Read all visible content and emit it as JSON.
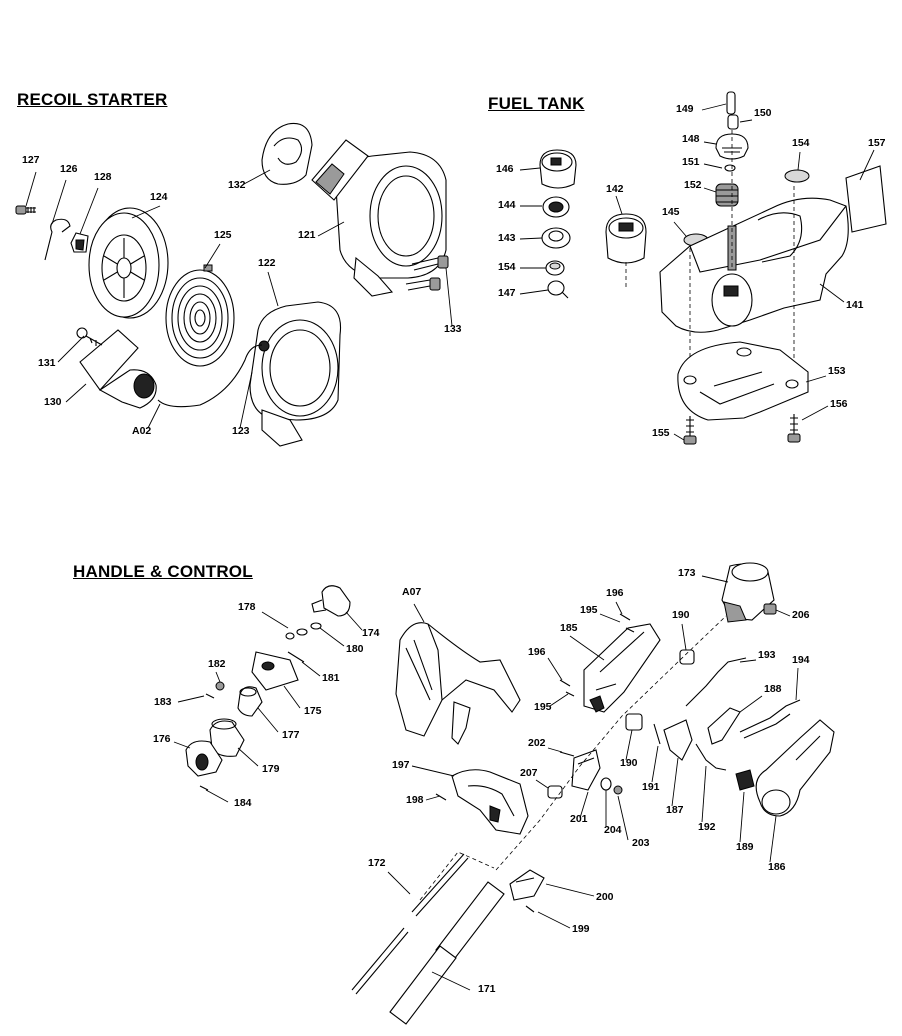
{
  "sections": {
    "recoil_starter": "RECOIL STARTER",
    "fuel_tank": "FUEL TANK",
    "handle_control": "HANDLE & CONTROL"
  },
  "callouts": {
    "recoil": [
      "127",
      "126",
      "128",
      "124",
      "125",
      "122",
      "132",
      "121",
      "133",
      "131",
      "130",
      "A02",
      "123"
    ],
    "fuel": [
      "149",
      "150",
      "148",
      "154",
      "157",
      "151",
      "152",
      "146",
      "142",
      "144",
      "143",
      "154",
      "147",
      "145",
      "141",
      "153",
      "156",
      "155"
    ],
    "handle": [
      "173",
      "206",
      "178",
      "174",
      "180",
      "181",
      "182",
      "183",
      "175",
      "177",
      "176",
      "179",
      "184",
      "A07",
      "196",
      "195",
      "185",
      "190",
      "193",
      "194",
      "196",
      "195",
      "188",
      "202",
      "197",
      "207",
      "198",
      "201",
      "204",
      "203",
      "190",
      "191",
      "187",
      "192",
      "189",
      "186",
      "172",
      "200",
      "199",
      "171"
    ]
  }
}
